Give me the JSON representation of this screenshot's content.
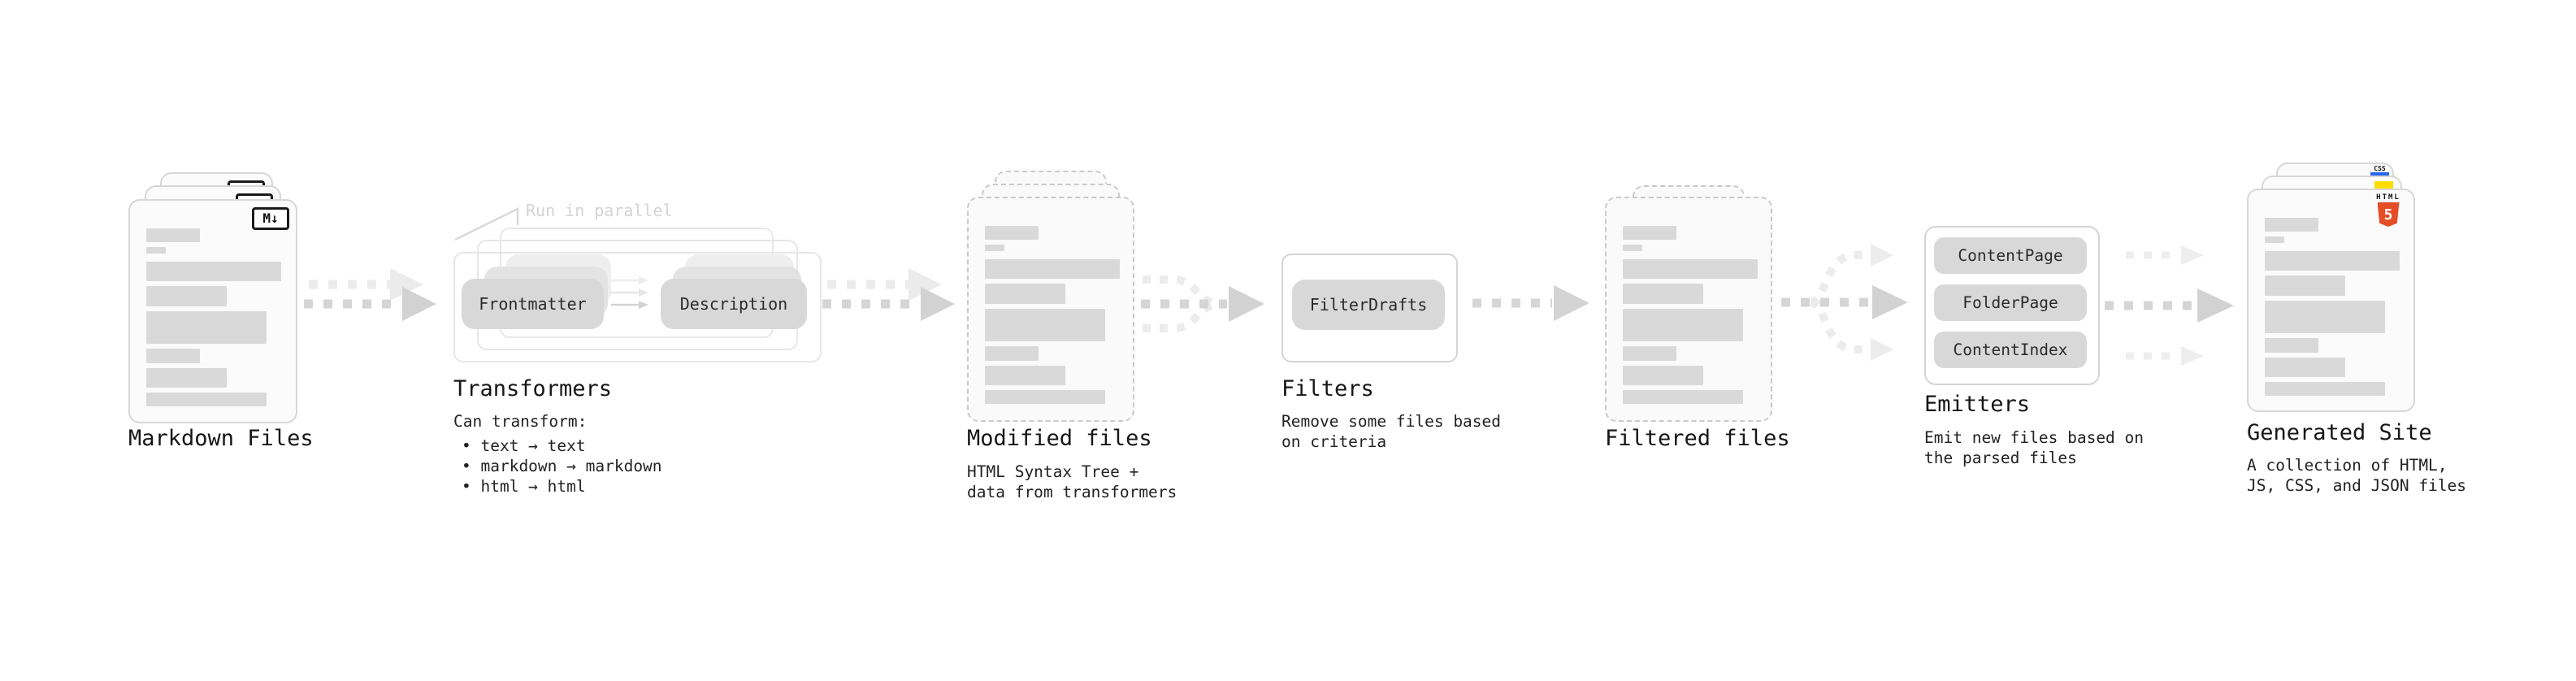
{
  "stages": {
    "markdown_files": {
      "label": "Markdown Files",
      "badge": "M↓"
    },
    "transformers": {
      "label": "Transformers",
      "annotation": "Run in parallel",
      "pills": [
        "Frontmatter",
        "Description"
      ],
      "caption": "Can transform:",
      "bullets": [
        "• text → text",
        "• markdown → markdown",
        "• html → html"
      ]
    },
    "modified_files": {
      "label": "Modified files",
      "caption": "HTML Syntax Tree +\ndata from transformers"
    },
    "filters": {
      "label": "Filters",
      "pills": [
        "FilterDrafts"
      ],
      "caption": "Remove some files based\non criteria"
    },
    "filtered_files": {
      "label": "Filtered files"
    },
    "emitters": {
      "label": "Emitters",
      "pills": [
        "ContentPage",
        "FolderPage",
        "ContentIndex"
      ],
      "caption": "Emit new files based on\nthe parsed files"
    },
    "generated_site": {
      "label": "Generated Site",
      "caption": "A collection of HTML,\nJS, CSS, and JSON files",
      "file_badges": {
        "css_label": "CSS",
        "html_label": "HTML",
        "html_number": "5"
      }
    }
  },
  "colors": {
    "html5_orange": "#e44d26",
    "js_yellow": "#ffdd00",
    "css_blue": "#2965f1",
    "placeholder_gray": "#d9d9d9",
    "text_dark": "#161616",
    "annotation_gray": "#d4d4d4"
  }
}
